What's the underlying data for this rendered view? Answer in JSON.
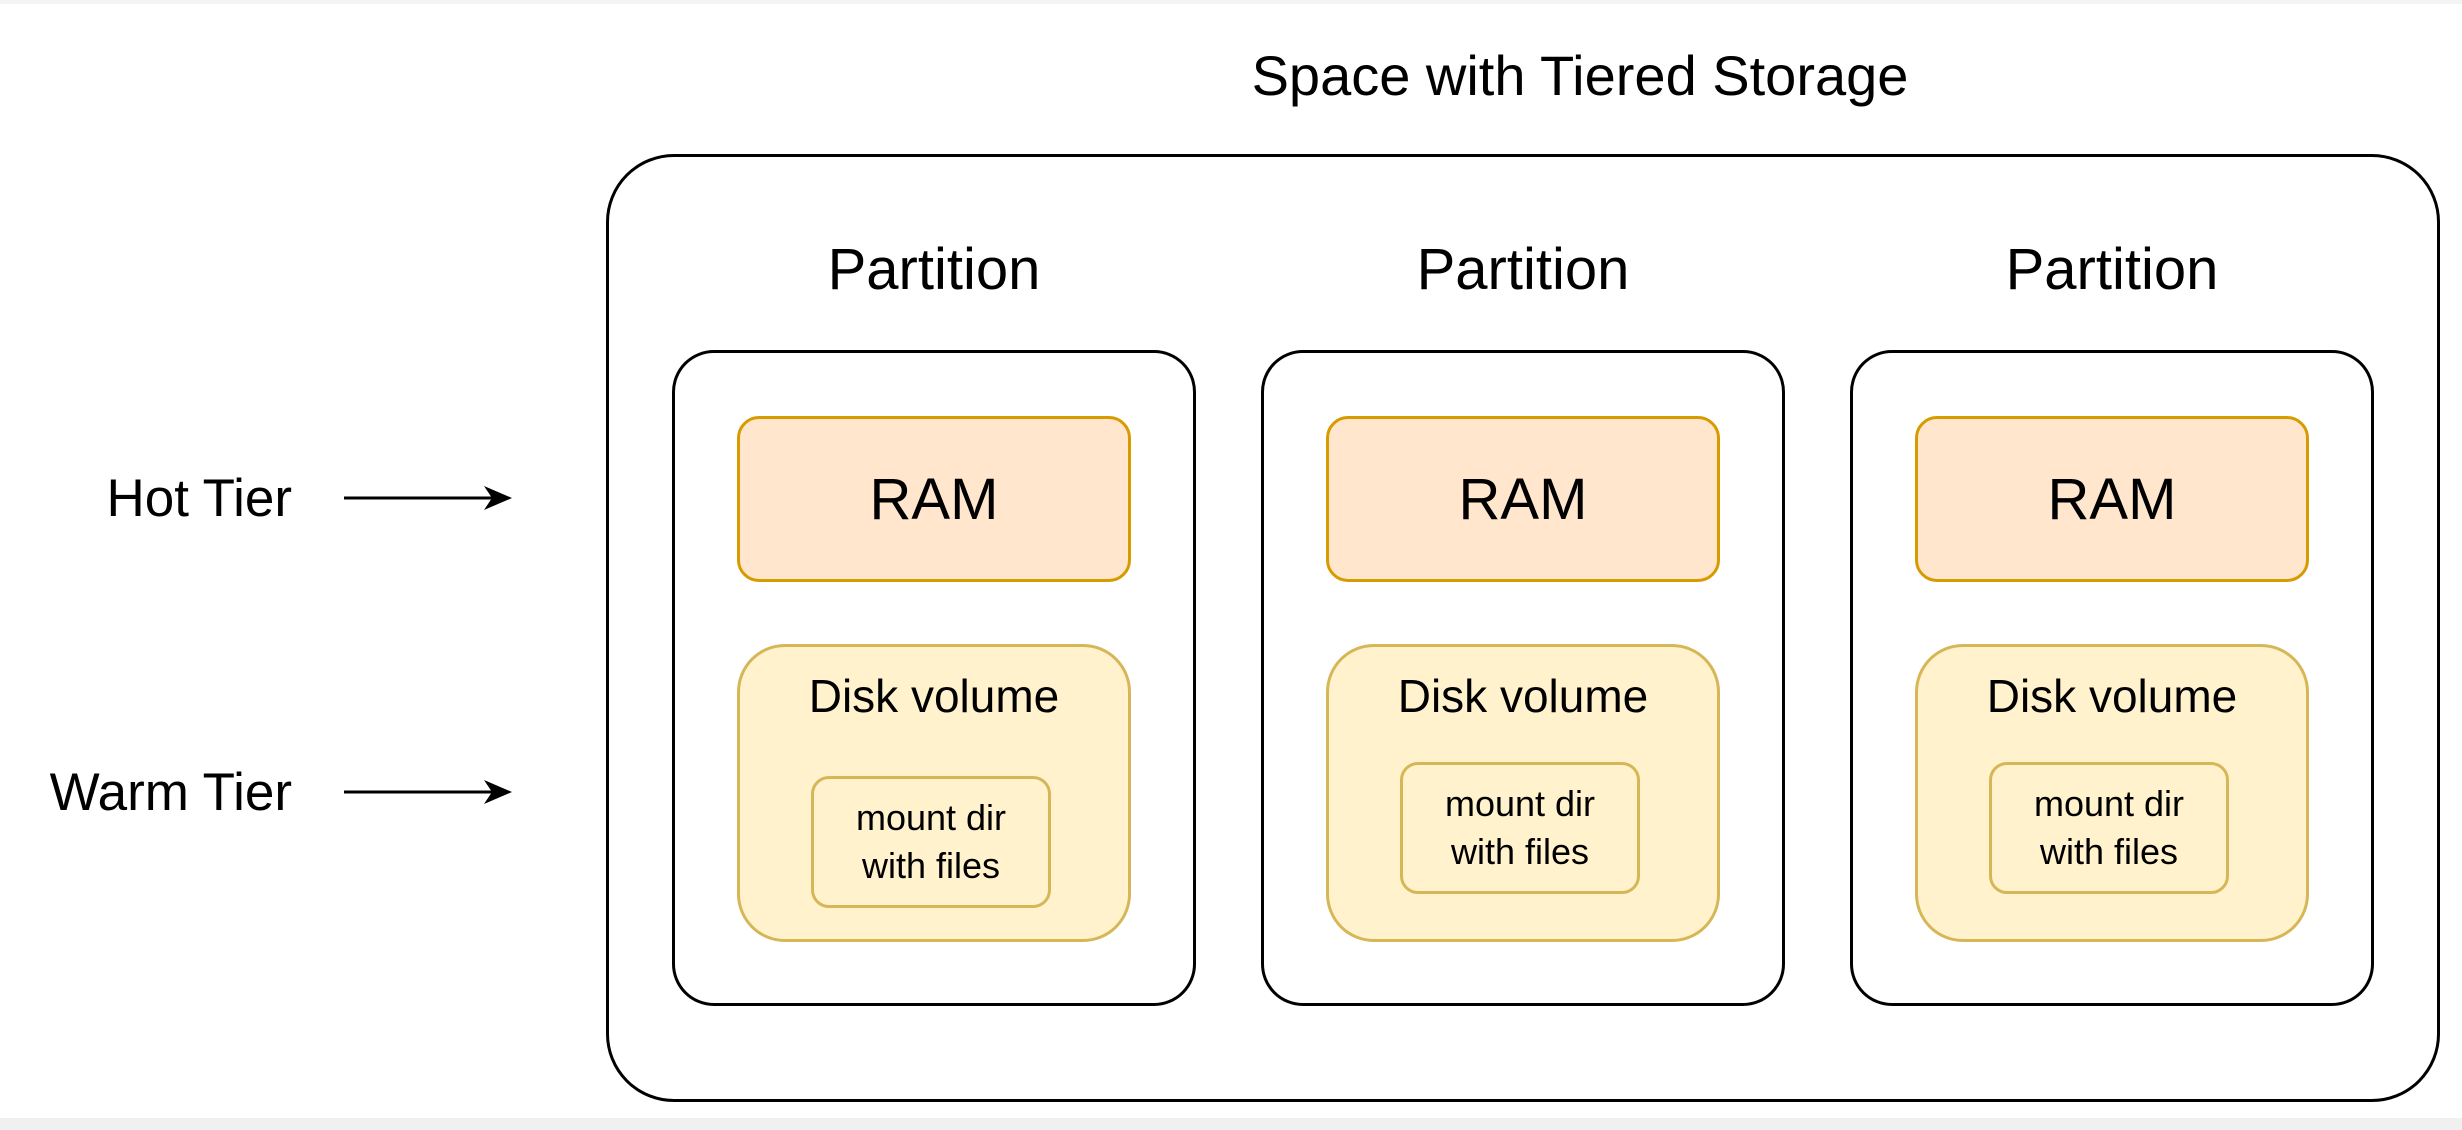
{
  "diagram": {
    "title": "Space with Tiered Storage",
    "tiers": {
      "hot": "Hot Tier",
      "warm": "Warm Tier"
    },
    "partitions": [
      {
        "title": "Partition",
        "ram": "RAM",
        "disk": "Disk volume",
        "mount_line1": "mount dir",
        "mount_line2": "with files"
      },
      {
        "title": "Partition",
        "ram": "RAM",
        "disk": "Disk volume",
        "mount_line1": "mount dir",
        "mount_line2": "with files"
      },
      {
        "title": "Partition",
        "ram": "RAM",
        "disk": "Disk volume",
        "mount_line1": "mount dir",
        "mount_line2": "with files"
      }
    ]
  },
  "colors": {
    "ram_fill": "#ffe6cc",
    "ram_stroke": "#d79b00",
    "disk_fill": "#fff2cc",
    "disk_stroke": "#d6b656",
    "container_stroke": "#000000"
  }
}
